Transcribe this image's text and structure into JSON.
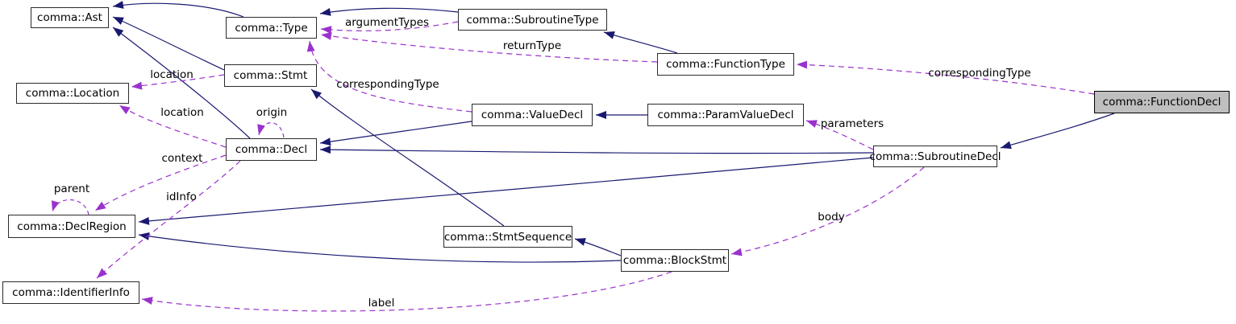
{
  "diagram": {
    "type": "class-collaboration-graph",
    "current_class": "comma::FunctionDecl",
    "colors": {
      "inheritance_edge": "#191970",
      "usage_edge": "#9a32cd",
      "node_background": "#ffffff",
      "node_border": "#2b2b2b",
      "highlight_background": "#bfbfbf",
      "text": "#000000",
      "canvas_background": "#ffffff"
    },
    "nodes": [
      {
        "id": "ast",
        "label": "comma::Ast",
        "highlighted": false
      },
      {
        "id": "type",
        "label": "comma::Type",
        "highlighted": false
      },
      {
        "id": "subroutine_type",
        "label": "comma::SubroutineType",
        "highlighted": false
      },
      {
        "id": "function_type",
        "label": "comma::FunctionType",
        "highlighted": false
      },
      {
        "id": "location",
        "label": "comma::Location",
        "highlighted": false
      },
      {
        "id": "stmt",
        "label": "comma::Stmt",
        "highlighted": false
      },
      {
        "id": "value_decl",
        "label": "comma::ValueDecl",
        "highlighted": false
      },
      {
        "id": "param_value_decl",
        "label": "comma::ParamValueDecl",
        "highlighted": false
      },
      {
        "id": "function_decl",
        "label": "comma::FunctionDecl",
        "highlighted": true
      },
      {
        "id": "decl",
        "label": "comma::Decl",
        "highlighted": false
      },
      {
        "id": "subroutine_decl",
        "label": "comma::SubroutineDecl",
        "highlighted": false
      },
      {
        "id": "decl_region",
        "label": "comma::DeclRegion",
        "highlighted": false
      },
      {
        "id": "stmt_sequence",
        "label": "comma::StmtSequence",
        "highlighted": false
      },
      {
        "id": "block_stmt",
        "label": "comma::BlockStmt",
        "highlighted": false
      },
      {
        "id": "identifier_info",
        "label": "comma::IdentifierInfo",
        "highlighted": false
      }
    ],
    "edge_labels": {
      "argument_types": "argumentTypes",
      "return_type": "returnType",
      "corresponding_type": "correspondingType",
      "location": "location",
      "origin": "origin",
      "context": "context",
      "parent": "parent",
      "id_info": "idInfo",
      "parameters": "parameters",
      "body": "body",
      "label": "label"
    },
    "relations": [
      {
        "from": "comma::Type",
        "to": "comma::Ast",
        "kind": "inheritance"
      },
      {
        "from": "comma::Stmt",
        "to": "comma::Ast",
        "kind": "inheritance"
      },
      {
        "from": "comma::Decl",
        "to": "comma::Ast",
        "kind": "inheritance"
      },
      {
        "from": "comma::SubroutineType",
        "to": "comma::Type",
        "kind": "inheritance"
      },
      {
        "from": "comma::FunctionType",
        "to": "comma::SubroutineType",
        "kind": "inheritance"
      },
      {
        "from": "comma::ParamValueDecl",
        "to": "comma::ValueDecl",
        "kind": "inheritance"
      },
      {
        "from": "comma::ValueDecl",
        "to": "comma::Decl",
        "kind": "inheritance"
      },
      {
        "from": "comma::SubroutineDecl",
        "to": "comma::Decl",
        "kind": "inheritance"
      },
      {
        "from": "comma::SubroutineDecl",
        "to": "comma::DeclRegion",
        "kind": "inheritance"
      },
      {
        "from": "comma::FunctionDecl",
        "to": "comma::SubroutineDecl",
        "kind": "inheritance"
      },
      {
        "from": "comma::StmtSequence",
        "to": "comma::Stmt",
        "kind": "inheritance"
      },
      {
        "from": "comma::BlockStmt",
        "to": "comma::StmtSequence",
        "kind": "inheritance"
      },
      {
        "from": "comma::BlockStmt",
        "to": "comma::DeclRegion",
        "kind": "inheritance"
      },
      {
        "from": "comma::SubroutineType",
        "to": "comma::Type",
        "kind": "usage",
        "label": "argumentTypes"
      },
      {
        "from": "comma::FunctionType",
        "to": "comma::Type",
        "kind": "usage",
        "label": "returnType"
      },
      {
        "from": "comma::ValueDecl",
        "to": "comma::Type",
        "kind": "usage",
        "label": "correspondingType"
      },
      {
        "from": "comma::FunctionDecl",
        "to": "comma::FunctionType",
        "kind": "usage",
        "label": "correspondingType"
      },
      {
        "from": "comma::Stmt",
        "to": "comma::Location",
        "kind": "usage",
        "label": "location"
      },
      {
        "from": "comma::Decl",
        "to": "comma::Location",
        "kind": "usage",
        "label": "location"
      },
      {
        "from": "comma::Decl",
        "to": "comma::Decl",
        "kind": "usage",
        "label": "origin"
      },
      {
        "from": "comma::Decl",
        "to": "comma::DeclRegion",
        "kind": "usage",
        "label": "context"
      },
      {
        "from": "comma::DeclRegion",
        "to": "comma::DeclRegion",
        "kind": "usage",
        "label": "parent"
      },
      {
        "from": "comma::Decl",
        "to": "comma::IdentifierInfo",
        "kind": "usage",
        "label": "idInfo"
      },
      {
        "from": "comma::SubroutineDecl",
        "to": "comma::ParamValueDecl",
        "kind": "usage",
        "label": "parameters"
      },
      {
        "from": "comma::SubroutineDecl",
        "to": "comma::BlockStmt",
        "kind": "usage",
        "label": "body"
      },
      {
        "from": "comma::BlockStmt",
        "to": "comma::IdentifierInfo",
        "kind": "usage",
        "label": "label"
      }
    ]
  }
}
